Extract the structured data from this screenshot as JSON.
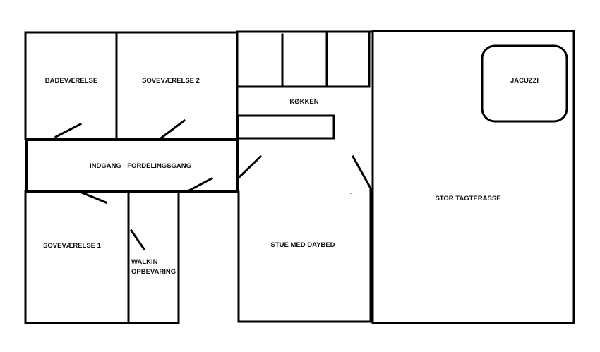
{
  "rooms": {
    "bathroom": "BADEVÆRELSE",
    "bedroom2": "SOVEVÆRELSE 2",
    "kitchen": "KØKKEN",
    "hallway": "INDGANG - FORDELINGSGANG",
    "bedroom1": "SOVEVÆRELSE 1",
    "walkin_line1": "WALKIN",
    "walkin_line2": "OPBEVARING",
    "living": "STUE MED DAYBED",
    "jacuzzi": "JACUZZI",
    "terrace": "STOR TAGTERASSE"
  },
  "colors": {
    "wall": "#000000",
    "background": "#ffffff"
  }
}
